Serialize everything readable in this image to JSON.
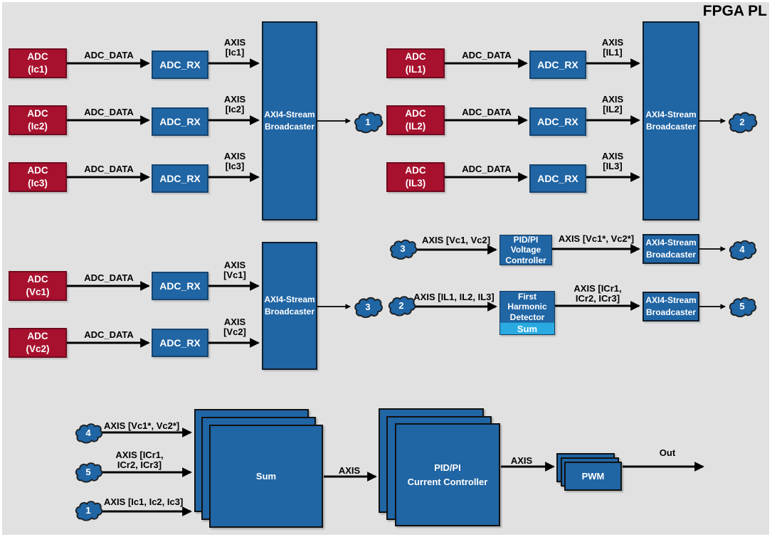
{
  "title": "FPGA PL",
  "colors": {
    "background": "#E1E1E1",
    "block_red": "#A8112E",
    "block_blue": "#2065A4",
    "block_light_blue": "#29ABE2",
    "arrow": "#000000"
  },
  "tl": {
    "rows": [
      {
        "adc1": "ADC",
        "adc2": "(Ic1)",
        "bus": "ADC_DATA",
        "rx": "ADC_RX",
        "axis1": "AXIS",
        "axis2": "[Ic1]"
      },
      {
        "adc1": "ADC",
        "adc2": "(Ic2)",
        "bus": "ADC_DATA",
        "rx": "ADC_RX",
        "axis1": "AXIS",
        "axis2": "[Ic2]"
      },
      {
        "adc1": "ADC",
        "adc2": "(Ic3)",
        "bus": "ADC_DATA",
        "rx": "ADC_RX",
        "axis1": "AXIS",
        "axis2": "[Ic3]"
      }
    ],
    "bc1": "AXI4-Stream",
    "bc2": "Broadcaster",
    "cloud": "1"
  },
  "tr": {
    "rows": [
      {
        "adc1": "ADC",
        "adc2": "(IL1)",
        "bus": "ADC_DATA",
        "rx": "ADC_RX",
        "axis1": "AXIS",
        "axis2": "[IL1]"
      },
      {
        "adc1": "ADC",
        "adc2": "(IL2)",
        "bus": "ADC_DATA",
        "rx": "ADC_RX",
        "axis1": "AXIS",
        "axis2": "[IL2]"
      },
      {
        "adc1": "ADC",
        "adc2": "(IL3)",
        "bus": "ADC_DATA",
        "rx": "ADC_RX",
        "axis1": "AXIS",
        "axis2": "[IL3]"
      }
    ],
    "bc1": "AXI4-Stream",
    "bc2": "Broadcaster",
    "cloud": "2"
  },
  "ml": {
    "rows": [
      {
        "adc1": "ADC",
        "adc2": "(Vc1)",
        "bus": "ADC_DATA",
        "rx": "ADC_RX",
        "axis1": "AXIS",
        "axis2": "[Vc1]"
      },
      {
        "adc1": "ADC",
        "adc2": "(Vc2)",
        "bus": "ADC_DATA",
        "rx": "ADC_RX",
        "axis1": "AXIS",
        "axis2": "[Vc2]"
      }
    ],
    "bc1": "AXI4-Stream",
    "bc2": "Broadcaster",
    "cloud": "3"
  },
  "mr": {
    "row_a": {
      "cloud_in": "3",
      "in_label": "AXIS [Vc1, Vc2]",
      "blk1": "PID/PI",
      "blk2": "Voltage",
      "blk3": "Controller",
      "out_label": "AXIS [Vc1*, Vc2*]",
      "bc1": "AXI4-Stream",
      "bc2": "Broadcaster",
      "cloud_out": "4"
    },
    "row_b": {
      "cloud_in": "2",
      "in_label": "AXIS [IL1, IL2, IL3]",
      "blk1": "First",
      "blk2": "Harmonic",
      "blk3": "Detector",
      "sub": "Sum",
      "out_label1": "AXIS [ICr1,",
      "out_label2": "ICr2, ICr3]",
      "bc1": "AXI4-Stream",
      "bc2": "Broadcaster",
      "cloud_out": "5"
    }
  },
  "bottom": {
    "in1": {
      "cloud": "4",
      "label": "AXIS [Vc1*, Vc2*]"
    },
    "in2": {
      "cloud": "5",
      "label1": "AXIS [ICr1,",
      "label2": "ICr2, ICr3]"
    },
    "in3": {
      "cloud": "1",
      "label": "AXIS [Ic1, Ic2, Ic3]"
    },
    "sum": "Sum",
    "axis_mid": "AXIS",
    "ctrl1": "PID/PI",
    "ctrl2": "Current Controller",
    "axis_out": "AXIS",
    "pwm": "PWM",
    "out": "Out"
  }
}
